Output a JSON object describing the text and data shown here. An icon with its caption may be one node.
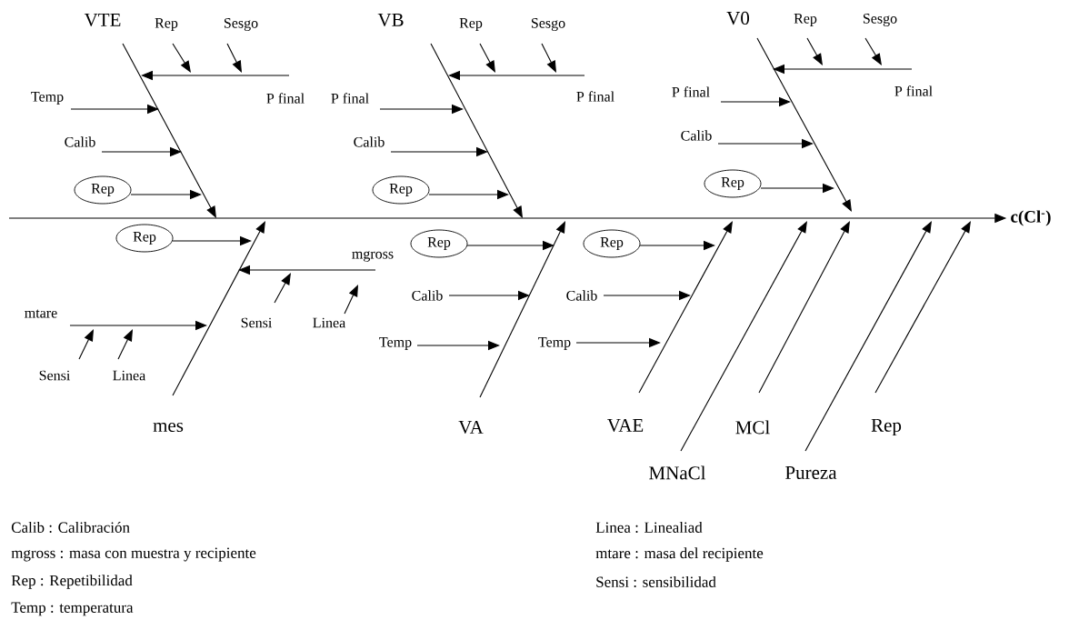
{
  "diagram": {
    "nodes": [
      {
        "text": [
          "VTE"
        ]
      },
      {
        "text": [
          "Rep"
        ]
      },
      {
        "text": [
          "Sesgo"
        ]
      },
      {
        "text": [
          "P final"
        ]
      },
      {
        "text": [
          "Temp"
        ]
      },
      {
        "text": [
          "Calib"
        ]
      },
      {
        "text": [
          "Rep"
        ]
      },
      {
        "text": [
          "VB"
        ]
      },
      {
        "text": [
          "Rep"
        ]
      },
      {
        "text": [
          "Sesgo"
        ]
      },
      {
        "text": [
          "P final"
        ]
      },
      {
        "text": [
          "P final"
        ]
      },
      {
        "text": [
          "Calib"
        ]
      },
      {
        "text": [
          "Rep"
        ]
      },
      {
        "text": [
          "V0"
        ]
      },
      {
        "text": [
          "Rep"
        ]
      },
      {
        "text": [
          "Sesgo"
        ]
      },
      {
        "text": [
          "P final"
        ]
      },
      {
        "text": [
          "P final"
        ]
      },
      {
        "text": [
          "Calib"
        ]
      },
      {
        "text": [
          "Rep"
        ]
      },
      {
        "text": [
          "c(Cl$^{-}$)"
        ]
      },
      {
        "text": [
          "Rep"
        ]
      },
      {
        "text": [
          "mgross"
        ]
      },
      {
        "text": [
          "Sensi"
        ]
      },
      {
        "text": [
          "Linea"
        ]
      },
      {
        "text": [
          "mtare"
        ]
      },
      {
        "text": [
          "Sensi"
        ]
      },
      {
        "text": [
          "Linea"
        ]
      },
      {
        "text": [
          "mes"
        ]
      },
      {
        "text": [
          "Rep"
        ]
      },
      {
        "text": [
          "Calib"
        ]
      },
      {
        "text": [
          "Temp"
        ]
      },
      {
        "text": [
          "VA"
        ]
      },
      {
        "text": [
          "Rep"
        ]
      },
      {
        "text": [
          "Calib"
        ]
      },
      {
        "text": [
          "Temp"
        ]
      },
      {
        "text": [
          "VAE"
        ]
      },
      {
        "text": [
          "MNaCl"
        ]
      },
      {
        "text": [
          "MCl"
        ]
      },
      {
        "text": [
          "Pureza"
        ]
      },
      {
        "text": [
          "Rep"
        ]
      }
    ],
    "edges": [
      {
        "from": null,
        "to": 21,
        "arrow": "to"
      },
      {
        "from": 0,
        "to": null,
        "arrow": "to"
      },
      {
        "from": 1,
        "to": null,
        "arrow": "to"
      },
      {
        "from": 2,
        "to": null,
        "arrow": "to"
      },
      {
        "from": 3,
        "to": null,
        "arrow": "to"
      },
      {
        "from": 4,
        "to": null,
        "arrow": "to"
      },
      {
        "from": 5,
        "to": null,
        "arrow": "to"
      },
      {
        "from": 6,
        "to": null,
        "arrow": "to"
      },
      {
        "from": 7,
        "to": null,
        "arrow": "to"
      },
      {
        "from": 8,
        "to": null,
        "arrow": "to"
      },
      {
        "from": 9,
        "to": null,
        "arrow": "to"
      },
      {
        "from": 10,
        "to": null,
        "arrow": "to"
      },
      {
        "from": 11,
        "to": null,
        "arrow": "to"
      },
      {
        "from": 12,
        "to": null,
        "arrow": "to"
      },
      {
        "from": 13,
        "to": null,
        "arrow": "to"
      },
      {
        "from": 14,
        "to": null,
        "arrow": "to"
      },
      {
        "from": 15,
        "to": null,
        "arrow": "to"
      },
      {
        "from": 16,
        "to": null,
        "arrow": "to"
      },
      {
        "from": 17,
        "to": null,
        "arrow": "to"
      },
      {
        "from": 18,
        "to": null,
        "arrow": "to"
      },
      {
        "from": 19,
        "to": null,
        "arrow": "to"
      },
      {
        "from": 20,
        "to": null,
        "arrow": "to"
      },
      {
        "from": 22,
        "to": null,
        "arrow": "to"
      },
      {
        "from": 23,
        "to": null,
        "arrow": "to"
      },
      {
        "from": 24,
        "to": null,
        "arrow": "to"
      },
      {
        "from": 25,
        "to": null,
        "arrow": "to"
      },
      {
        "from": 26,
        "to": null,
        "arrow": "to"
      },
      {
        "from": 27,
        "to": null,
        "arrow": "to"
      },
      {
        "from": 28,
        "to": null,
        "arrow": "to"
      },
      {
        "from": 29,
        "to": null,
        "arrow": "to"
      },
      {
        "from": 30,
        "to": null,
        "arrow": "to"
      },
      {
        "from": 31,
        "to": null,
        "arrow": "to"
      },
      {
        "from": 32,
        "to": null,
        "arrow": "to"
      },
      {
        "from": 33,
        "to": null,
        "arrow": "to"
      },
      {
        "from": 34,
        "to": null,
        "arrow": "to"
      },
      {
        "from": 35,
        "to": null,
        "arrow": "to"
      },
      {
        "from": 36,
        "to": null,
        "arrow": "to"
      },
      {
        "from": 37,
        "to": null,
        "arrow": "to"
      },
      {
        "from": 38,
        "to": null,
        "arrow": "to"
      },
      {
        "from": 39,
        "to": null,
        "arrow": "to"
      },
      {
        "from": 40,
        "to": null,
        "arrow": "to"
      },
      {
        "from": 41,
        "to": null,
        "arrow": "to"
      }
    ],
    "labels": [
      "Calib : Calibración",
      "Linea : Linealiad",
      "mgross : masa con muestra y recipiente",
      "mtare : masa del recipiente",
      "Rep : Repetibilidad",
      "Sensi : sensibilidad",
      "Temp : temperatura"
    ]
  }
}
